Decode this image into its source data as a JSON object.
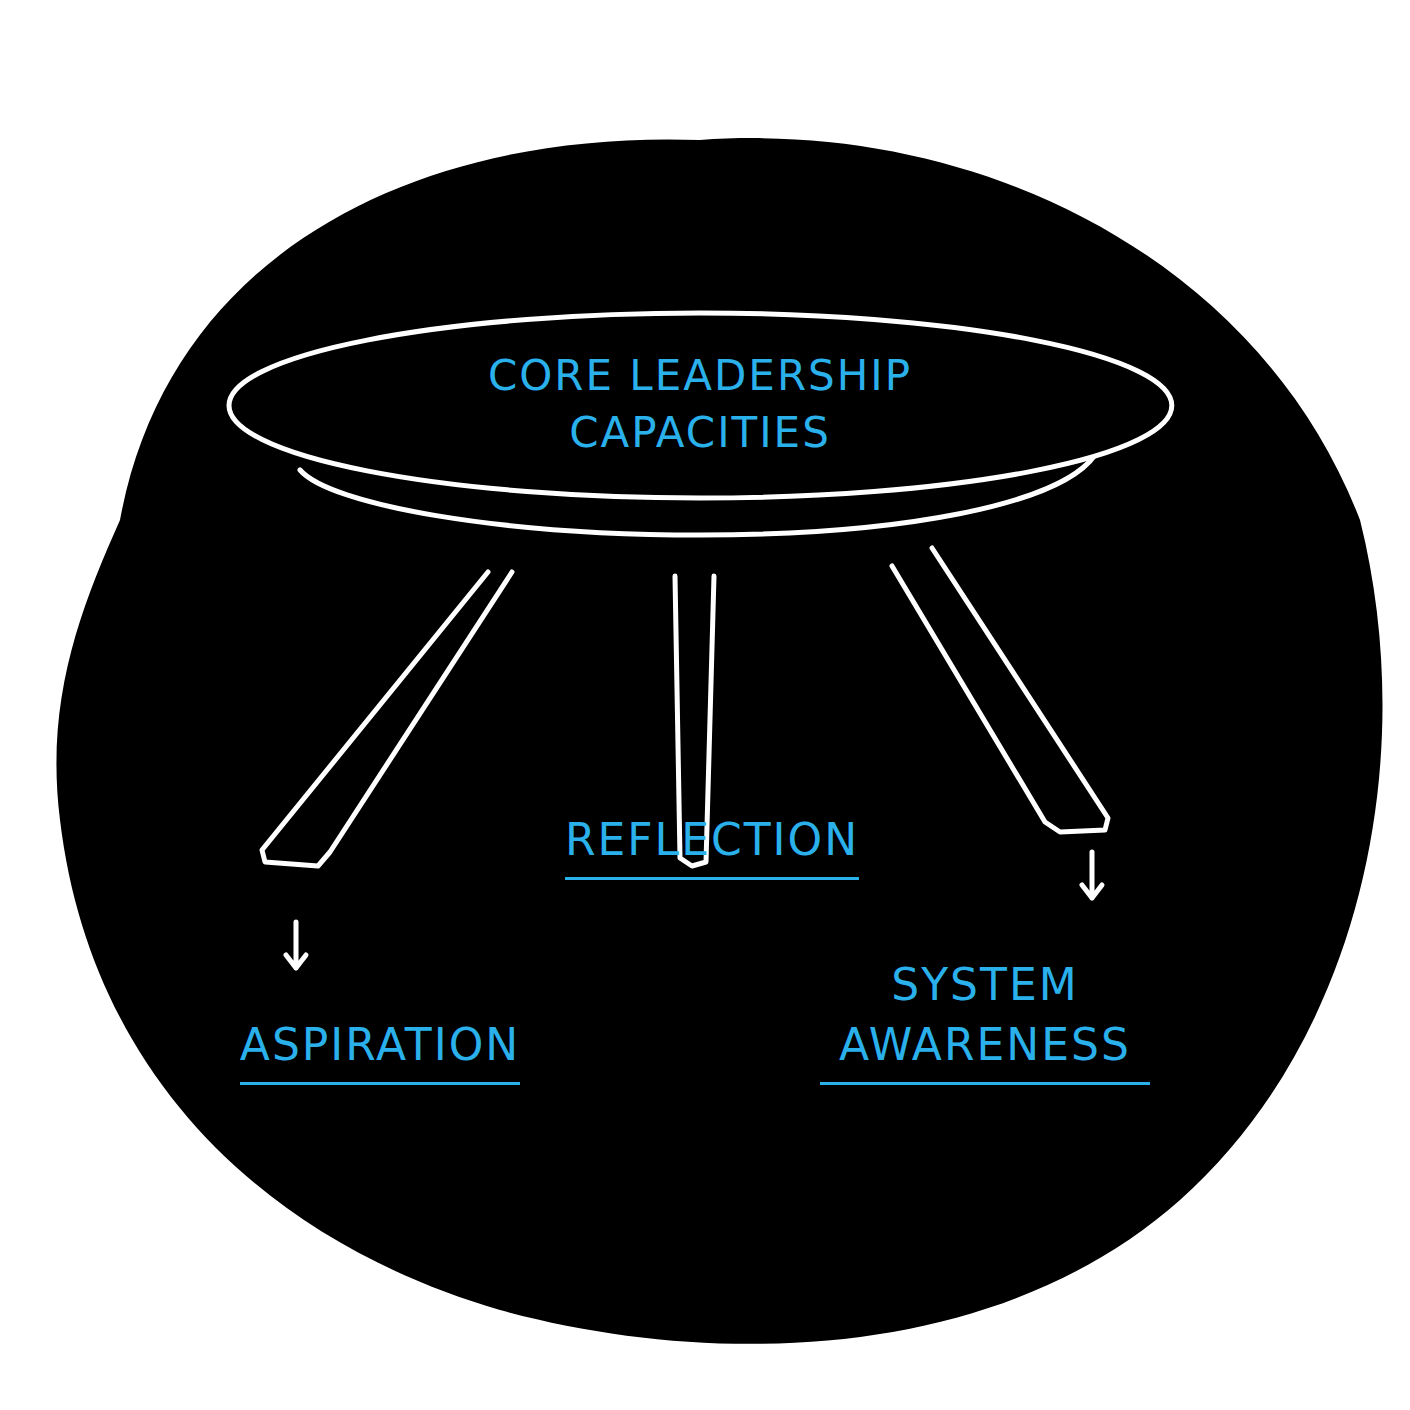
{
  "diagram": {
    "nodes": [
      {
        "text": [
          "CORE LEADERSHIP CAPACITIES"
        ]
      }
    ],
    "labels": [
      "REFLECTION",
      "ASPIRATION",
      "SYSTEM AWARENESS"
    ]
  }
}
